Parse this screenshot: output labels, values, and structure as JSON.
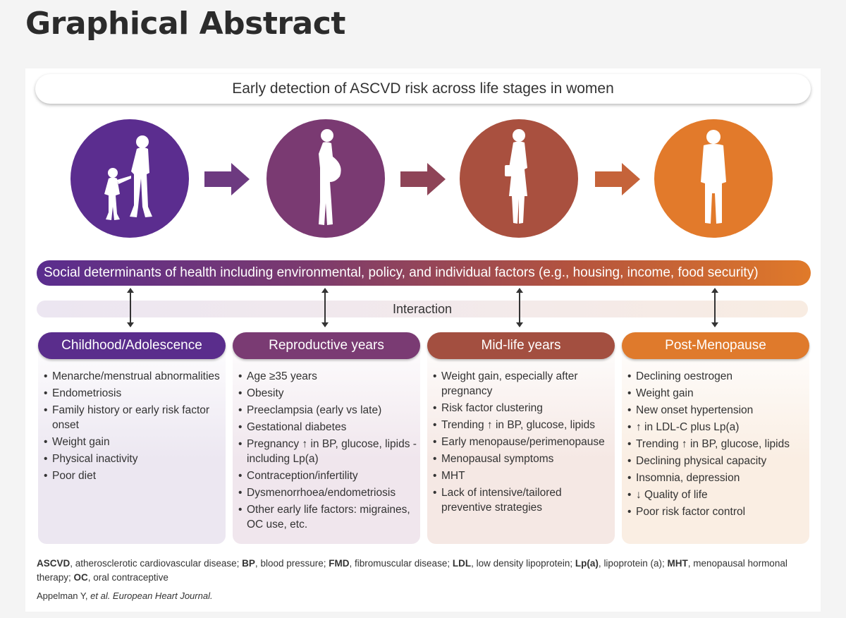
{
  "page_title": "Graphical Abstract",
  "banner": "Early detection of ASCVD risk across life stages in women",
  "stages": [
    {
      "color": "#5b2d8f",
      "icon": "girl-and-mother-icon"
    },
    {
      "color": "#7a3a72",
      "icon": "pregnant-woman-icon"
    },
    {
      "color": "#a9503f",
      "icon": "midlife-woman-icon"
    },
    {
      "color": "#e27a2b",
      "icon": "older-woman-icon"
    }
  ],
  "social_bar": "Social determinants of health including environmental, policy, and individual factors (e.g., housing, income, food security)",
  "interaction": "Interaction",
  "cards": [
    {
      "title": "Childhood/Adolescence",
      "header_color": "#5a2d8c",
      "bg": "#ece7f1",
      "items": [
        "Menarche/menstrual abnormalities",
        "Endometriosis",
        "Family history or early risk factor onset",
        "Weight gain",
        "Physical inactivity",
        "Poor diet"
      ]
    },
    {
      "title": "Reproductive years",
      "header_color": "#7a3b73",
      "bg": "#f0e6ed",
      "items": [
        "Age ≥35 years",
        "Obesity",
        "Preeclampsia (early vs late)",
        "Gestational diabetes",
        "Pregnancy ↑ in BP, glucose, lipids - including Lp(a)",
        "Contraception/infertility",
        "Dysmenorrhoea/endometriosis",
        "Other early life factors: migraines, OC use, etc."
      ]
    },
    {
      "title": "Mid-life years",
      "header_color": "#a34f40",
      "bg": "#f5e8e4",
      "items": [
        "Weight gain, especially after pregnancy",
        "Risk factor clustering",
        "Trending ↑ in BP, glucose, lipids",
        "Early menopause/perimenopause",
        "Menopausal symptoms",
        "MHT",
        "Lack of intensive/tailored preventive strategies"
      ]
    },
    {
      "title": "Post-Menopause",
      "header_color": "#df7a2c",
      "bg": "#faeee3",
      "items": [
        "Declining oestrogen",
        "Weight gain",
        "New onset hypertension",
        "↑ in LDL-C plus Lp(a)",
        "Trending ↑ in BP, glucose, lipids",
        "Declining physical capacity",
        "Insomnia, depression",
        "↓ Quality of life",
        "Poor risk factor control"
      ]
    }
  ],
  "footnote": [
    {
      "abbr": "ASCVD",
      "def": "atherosclerotic cardiovascular disease; "
    },
    {
      "abbr": "BP",
      "def": "blood pressure; "
    },
    {
      "abbr": "FMD",
      "def": "fibromuscular disease; "
    },
    {
      "abbr": "LDL",
      "def": "low density lipoprotein; "
    },
    {
      "abbr": "Lp(a)",
      "def": "lipoprotein (a); "
    },
    {
      "abbr": "MHT",
      "def": "menopausal hormonal therapy; "
    },
    {
      "abbr": "OC",
      "def": "oral contraceptive"
    }
  ],
  "citation": {
    "authors": "Appelman Y, ",
    "et_al": "et al. European Heart Journal."
  }
}
